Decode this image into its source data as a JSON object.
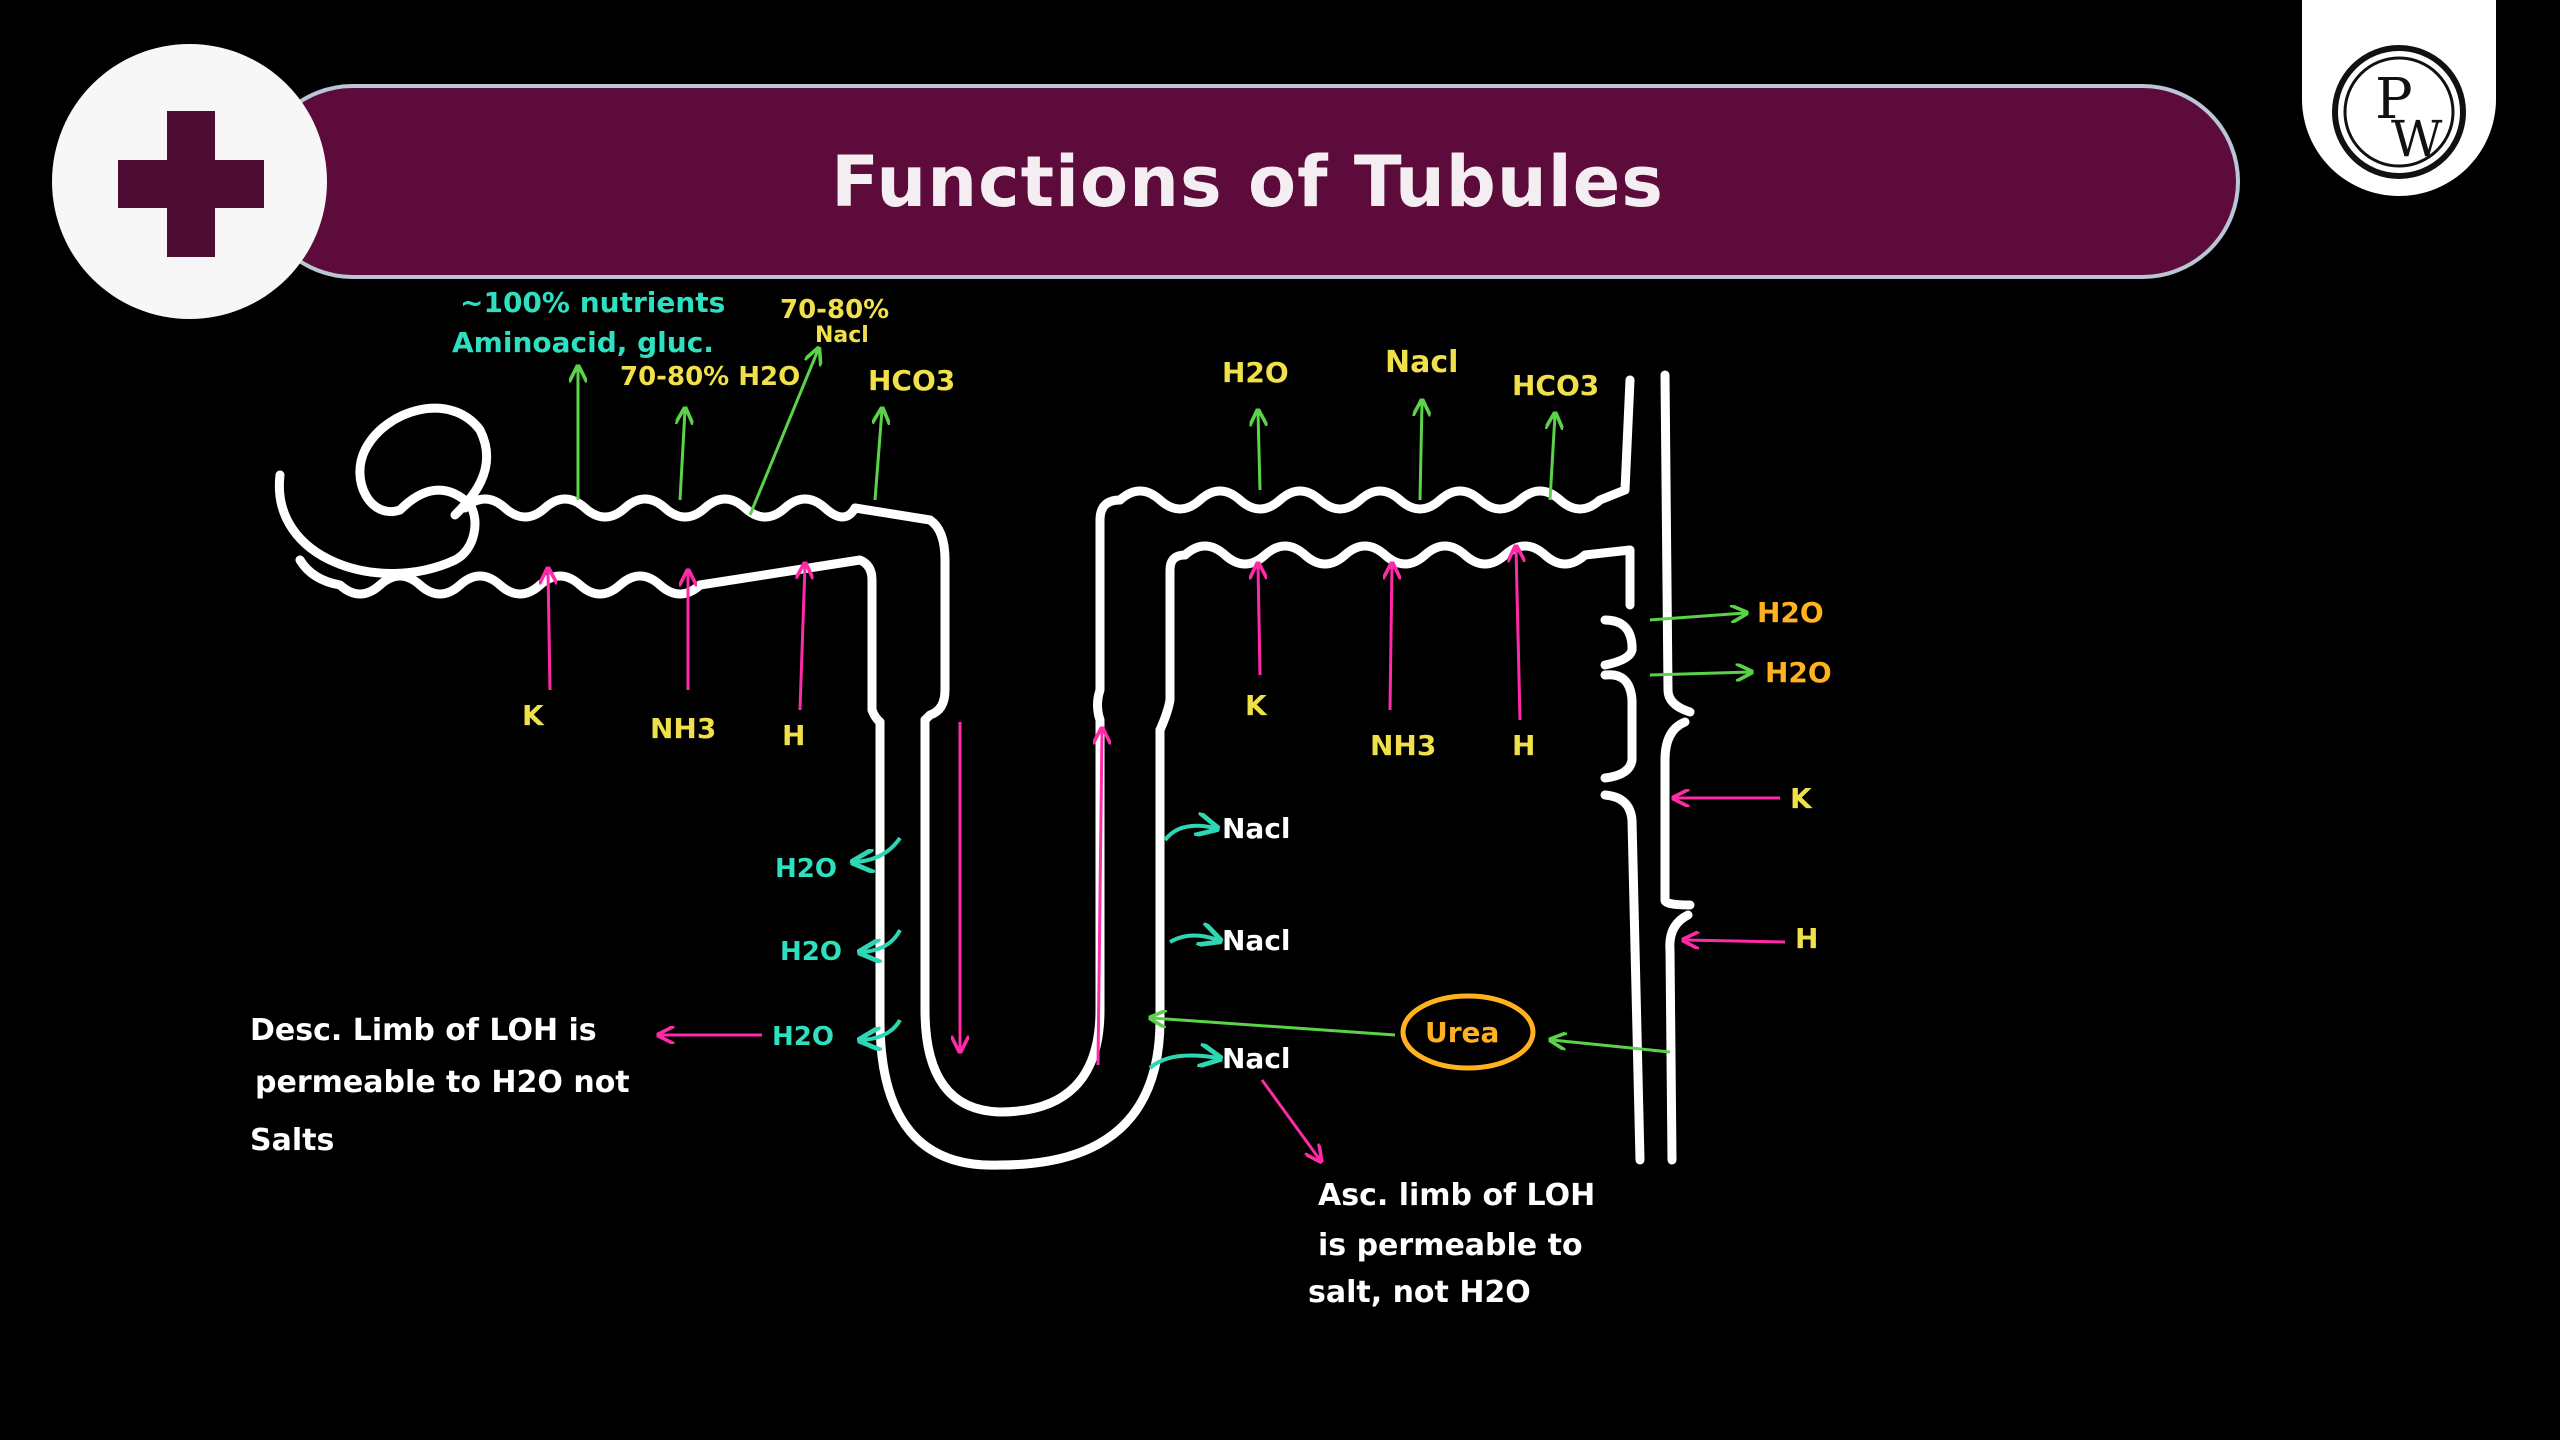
{
  "header": {
    "title": "Functions of Tubules",
    "badge_icon": "plus-icon",
    "logo_icon": "pw-logo"
  },
  "colors": {
    "background": "#000000",
    "banner": "#5c0b3a",
    "tubule": "#ffffff",
    "reabsorption_arrow": "#5bd24a",
    "secretion_arrow": "#ff2aa8",
    "water_arrow": "#2fd6b4",
    "label_yellow": "#f0e04a",
    "label_orange": "#ffb11f",
    "label_teal": "#2fe0c0",
    "label_magenta": "#ff3cae"
  },
  "pct": {
    "nutrients": "~100% nutrients",
    "amino": "Aminoacid, gluc.",
    "water": "70-80% H2O",
    "nacl_pct": "70-80%",
    "nacl_word": "Nacl",
    "hco3": "HCO3",
    "k": "K",
    "nh3": "NH3",
    "h": "H"
  },
  "dct": {
    "h2o": "H2O",
    "nacl": "Nacl",
    "hco3": "HCO3",
    "k": "K",
    "nh3": "NH3",
    "h": "H"
  },
  "collecting_duct": {
    "h2o_1": "H2O",
    "h2o_2": "H2O",
    "k": "K",
    "h": "H",
    "urea": "Urea"
  },
  "loop": {
    "desc_h2o_1": "H2O",
    "desc_h2o_2": "H2O",
    "desc_h2o_3": "H2O",
    "asc_nacl_1": "Nacl",
    "asc_nacl_2": "Nacl",
    "asc_nacl_3": "Nacl"
  },
  "notes": {
    "desc_note": [
      "Desc. Limb of LOH is",
      "permeable to H2O not",
      "Salts"
    ],
    "asc_note": [
      "Asc. limb of LOH",
      "is permeable to",
      "salt, not H2O"
    ]
  }
}
